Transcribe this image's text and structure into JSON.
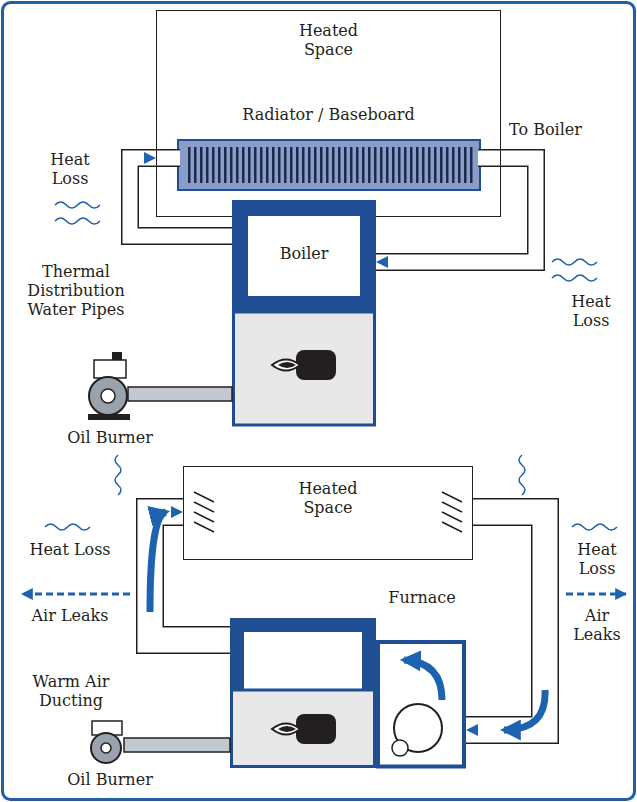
{
  "diagram": {
    "nodes": [
      {
        "text": [
          "Heated Space",
          "Radiator / Baseboard"
        ]
      },
      {
        "text": [
          "Boiler"
        ]
      },
      {
        "text": [
          "Heated Space"
        ]
      },
      {
        "text": [
          "Furnace"
        ]
      }
    ],
    "edges": [
      {
        "from": 1,
        "to": 0,
        "arrow": "to"
      },
      {
        "from": 0,
        "to": 1,
        "arrow": "to",
        "label": "To Boiler"
      },
      {
        "from": 3,
        "to": 2,
        "arrow": "to"
      },
      {
        "from": 2,
        "to": 3,
        "arrow": "to"
      }
    ],
    "labels": [
      "Heat Loss",
      "Thermal Distribution Water Pipes",
      "Heat Loss",
      "Oil Burner",
      "Heat Loss",
      "Air Leaks",
      "Warm Air Ducting",
      "Oil Burner",
      "Heat Loss",
      "Air Leaks"
    ]
  }
}
